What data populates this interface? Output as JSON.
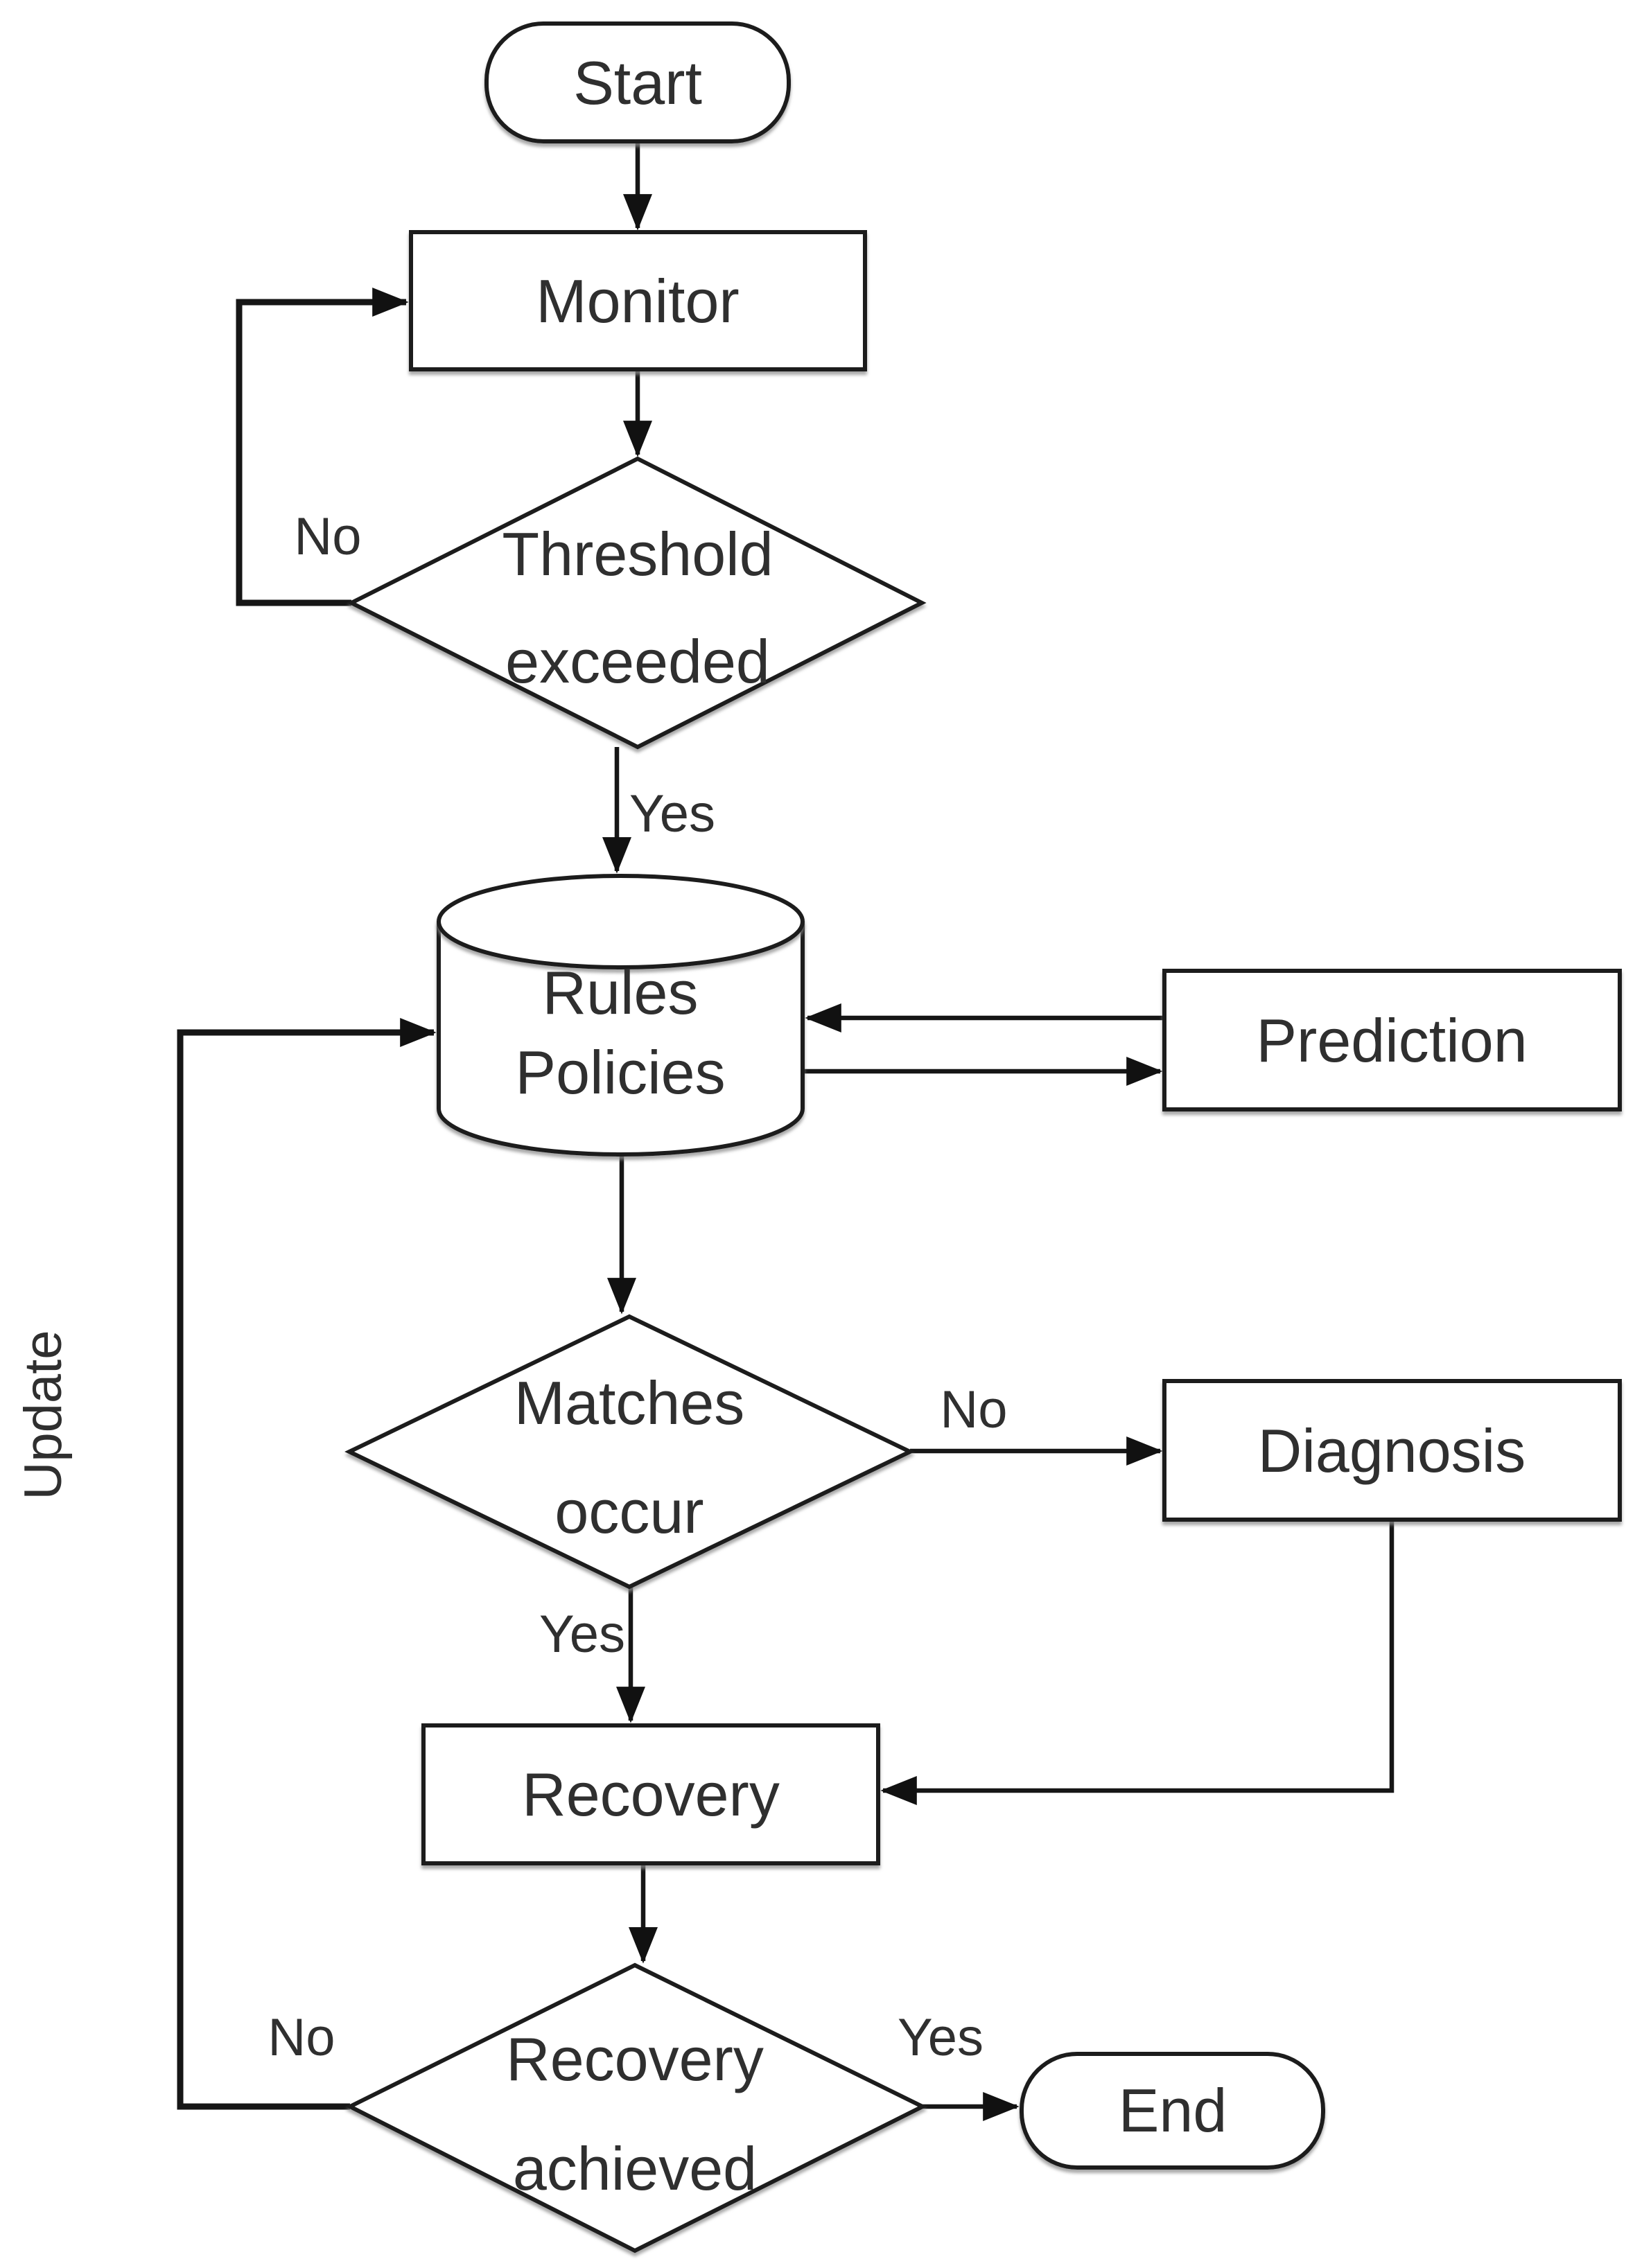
{
  "diagram": {
    "type": "flowchart",
    "background_color": "#ffffff",
    "stroke_color": "#1b1b1b",
    "text_color": "#2f2f2f",
    "nodes": {
      "start": {
        "shape": "terminator",
        "label": "Start"
      },
      "monitor": {
        "shape": "process",
        "label": "Monitor"
      },
      "threshold": {
        "shape": "decision",
        "label": "Threshold exceeded",
        "line1": "Threshold",
        "line2": "exceeded"
      },
      "rules": {
        "shape": "database",
        "label": "Rules Policies",
        "line1": "Rules",
        "line2": "Policies"
      },
      "prediction": {
        "shape": "process",
        "label": "Prediction"
      },
      "matches": {
        "shape": "decision",
        "label": "Matches occur",
        "line1": "Matches",
        "line2": "occur"
      },
      "diagnosis": {
        "shape": "process",
        "label": "Diagnosis"
      },
      "recovery": {
        "shape": "process",
        "label": "Recovery"
      },
      "achieved": {
        "shape": "decision",
        "label": "Recovery achieved",
        "line1": "Recovery",
        "line2": "achieved"
      },
      "end": {
        "shape": "terminator",
        "label": "End"
      }
    },
    "edges": {
      "threshold_no": "No",
      "threshold_yes": "Yes",
      "matches_no": "No",
      "matches_yes": "Yes",
      "achieved_no": "No",
      "achieved_yes": "Yes",
      "update": "Update"
    }
  }
}
